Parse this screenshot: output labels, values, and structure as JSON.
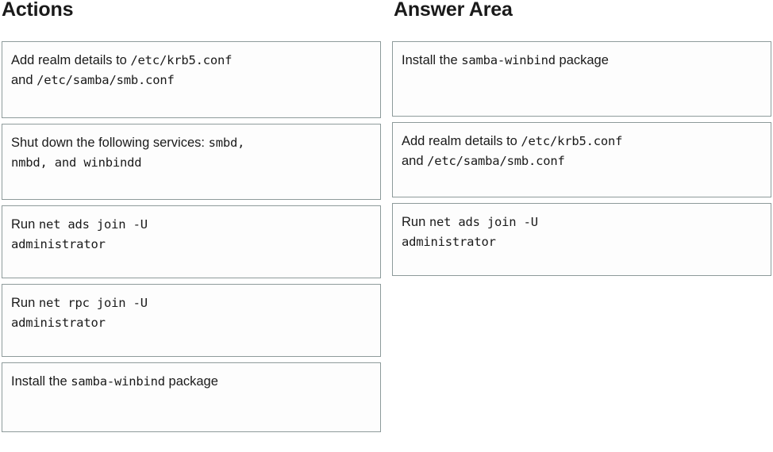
{
  "headings": {
    "actions": "Actions",
    "answer_area": "Answer Area"
  },
  "actions": {
    "items": [
      {
        "id": "add-realm-details",
        "segments": [
          {
            "text": "Add realm details to ",
            "style": "prose"
          },
          {
            "text": "/etc/krb5.conf",
            "style": "code"
          },
          {
            "text": "\nand ",
            "style": "prose"
          },
          {
            "text": "/etc/samba/smb.conf",
            "style": "code"
          }
        ],
        "plain": "Add realm details to /etc/krb5.conf and /etc/samba/smb.conf"
      },
      {
        "id": "shut-down-services",
        "segments": [
          {
            "text": "Shut down the following services: ",
            "style": "prose"
          },
          {
            "text": "smbd,\nnmbd, and winbindd",
            "style": "code"
          }
        ],
        "plain": "Shut down the following services: smbd, nmbd, and winbindd"
      },
      {
        "id": "run-net-ads-join",
        "segments": [
          {
            "text": "Run ",
            "style": "prose"
          },
          {
            "text": "net ads join -U\nadministrator",
            "style": "code"
          }
        ],
        "plain": "Run net ads join -U administrator"
      },
      {
        "id": "run-net-rpc-join",
        "segments": [
          {
            "text": "Run ",
            "style": "prose"
          },
          {
            "text": "net rpc join -U\nadministrator",
            "style": "code"
          }
        ],
        "plain": "Run net rpc join -U administrator"
      },
      {
        "id": "install-samba-winbind",
        "segments": [
          {
            "text": "Install the ",
            "style": "prose"
          },
          {
            "text": "samba-winbind",
            "style": "code"
          },
          {
            "text": " package",
            "style": "prose"
          }
        ],
        "plain": "Install the samba-winbind package"
      }
    ]
  },
  "answer_area": {
    "items": [
      {
        "id": "answer-install-samba-winbind",
        "segments": [
          {
            "text": "Install the ",
            "style": "prose"
          },
          {
            "text": "samba-winbind",
            "style": "code"
          },
          {
            "text": " package",
            "style": "prose"
          }
        ],
        "plain": "Install the samba-winbind package"
      },
      {
        "id": "answer-add-realm-details",
        "segments": [
          {
            "text": "Add realm details to ",
            "style": "prose"
          },
          {
            "text": "/etc/krb5.conf",
            "style": "code"
          },
          {
            "text": "\nand ",
            "style": "prose"
          },
          {
            "text": "/etc/samba/smb.conf",
            "style": "code"
          }
        ],
        "plain": "Add realm details to /etc/krb5.conf and /etc/samba/smb.conf"
      },
      {
        "id": "answer-run-net-ads-join",
        "segments": [
          {
            "text": "Run ",
            "style": "prose"
          },
          {
            "text": "net ads join -U\nadministrator",
            "style": "code"
          }
        ],
        "plain": "Run net ads join -U administrator"
      }
    ]
  },
  "colors": {
    "box_border": "#8d9a9a",
    "box_background": "#fdfdfd",
    "page_background": "#ffffff",
    "text": "#1a1a1a"
  }
}
